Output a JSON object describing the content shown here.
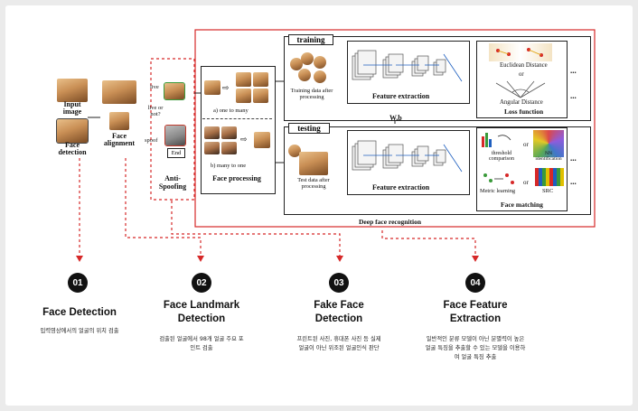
{
  "diagram": {
    "input_label": "Input image",
    "face_detection_label": "Face detection",
    "face_alignment_label": "Face alignment",
    "live_label": "live",
    "live_or_not_label": "live or not?",
    "spoof_label": "spoof",
    "end_label": "End",
    "anti_spoofing_label": "Anti-Spoofing",
    "one_to_many_label": "a) one to many",
    "many_to_one_label": "b) many to one",
    "face_processing_label": "Face processing",
    "training_label": "training",
    "testing_label": "testing",
    "training_data_label": "Training data after processing",
    "test_data_label": "Test data after processing",
    "feature_extraction_label": "Feature extraction",
    "feature_extraction_test_label": "Feature extraction",
    "wb_label": "W,b",
    "euclidean_label": "Euclidean Distance",
    "or_label": "or",
    "angular_label": "Angular Distance",
    "loss_function_label": "Loss function",
    "threshold_label": "threshold comparison",
    "nn_label": "NN identification",
    "metric_learning_label": "Metric learning",
    "src_label": "SRC",
    "face_matching_label": "Face matching",
    "deep_face_recognition_label": "Deep face recognition",
    "dots": "...",
    "accent_color": "#d62828"
  },
  "steps": [
    {
      "number": "01",
      "title": "Face Detection",
      "desc": "입력영상에서의 얼굴의 위치 검출"
    },
    {
      "number": "02",
      "title": "Face Landmark Detection",
      "desc": "검출된 얼굴에서 98개 얼굴 주요 포인트 검출"
    },
    {
      "number": "03",
      "title": "Fake Face Detection",
      "desc": "프린트된 사진, 휴대폰 사진 등 실제 얼굴이 아닌 위조된 얼굴인식 판단"
    },
    {
      "number": "04",
      "title": "Face Feature Extraction",
      "desc": "일반적인 분류 모델이 아닌 분별력이 높은 얼굴 특징을 추출할 수 있는 모델을 이용하여 얼굴 특징 추출"
    }
  ]
}
